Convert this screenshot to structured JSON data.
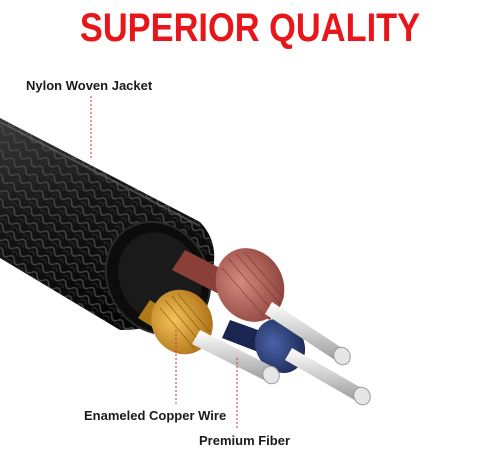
{
  "headline": {
    "text": "SUPERIOR QUALITY",
    "color": "#e8161b"
  },
  "labels": {
    "jacket": "Nylon Woven Jacket",
    "copper": "Enameled Copper Wire",
    "fiber": "Premium Fiber",
    "color": "#1a1a1a"
  },
  "colors": {
    "jacket": "#1c1c1c",
    "wire_red": "#b06a60",
    "wire_gold": "#d9a030",
    "wire_blue": "#2a3f7a",
    "strands": "#d8d8d8",
    "leader": "#d0303a"
  }
}
